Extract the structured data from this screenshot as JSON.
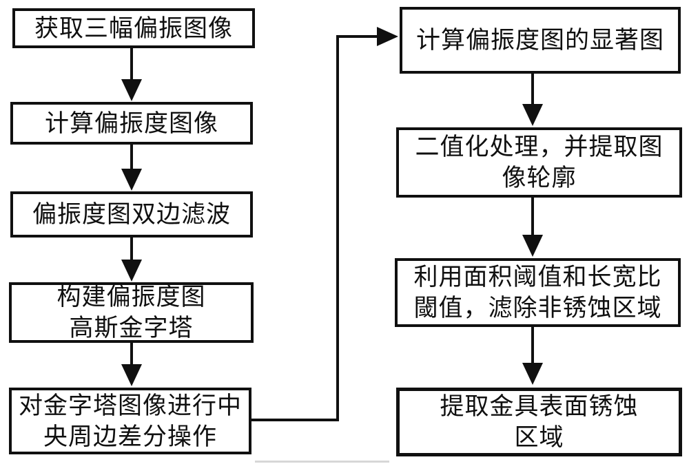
{
  "diagram": {
    "type": "flowchart",
    "language": "zh-CN",
    "left_steps": [
      {
        "id": "acquire-three-polarization-images",
        "lines": [
          "获取三幅偏振图像"
        ]
      },
      {
        "id": "compute-polarization-degree-image",
        "lines": [
          "计算偏振度图像"
        ]
      },
      {
        "id": "bilateral-filter-polarization-map",
        "lines": [
          "偏振度图双边滤波"
        ]
      },
      {
        "id": "build-gaussian-pyramid",
        "lines": [
          "构建偏振度图",
          "高斯金字塔"
        ]
      },
      {
        "id": "center-surround-difference",
        "lines": [
          "对金字塔图像进行中",
          "央周边差分操作"
        ]
      }
    ],
    "right_steps": [
      {
        "id": "compute-saliency-map",
        "lines": [
          "计算偏振度图的显著图"
        ]
      },
      {
        "id": "binarize-extract-contours",
        "lines": [
          "二值化处理，并提取图",
          "像轮廓"
        ]
      },
      {
        "id": "threshold-filter-non-rust-regions",
        "lines": [
          "利用面积阈值和长宽比",
          "閾值，滤除非锈蚀区域"
        ]
      },
      {
        "id": "extract-rust-regions",
        "lines": [
          "提取金具表面锈蚀",
          "区域"
        ]
      }
    ],
    "colors": {
      "stroke": "#101010",
      "text": "#101010",
      "background": "#ffffff",
      "artifact_bar": "#c9c9c9"
    }
  }
}
